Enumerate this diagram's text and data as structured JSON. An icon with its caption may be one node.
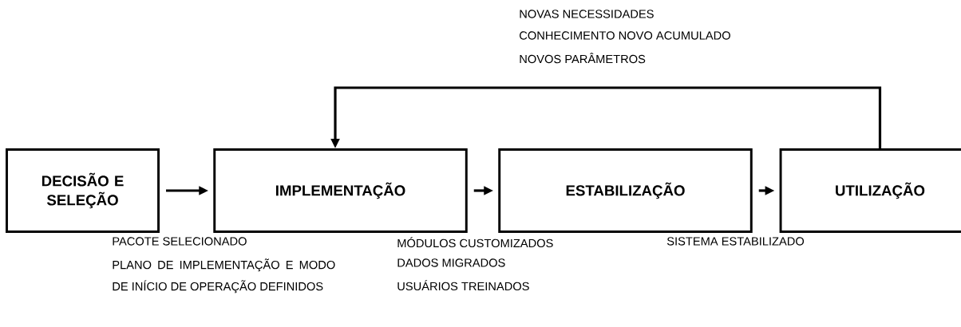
{
  "diagram": {
    "nodes": [
      {
        "text": [
          "DECISÃO E SELEÇÃO"
        ]
      },
      {
        "text": [
          "IMPLEMENTAÇÃO"
        ]
      },
      {
        "text": [
          "ESTABILIZAÇÃO"
        ]
      },
      {
        "text": [
          "UTILIZAÇÃO"
        ]
      }
    ],
    "edges": [
      {
        "from": 0,
        "to": 1,
        "arrow": "to"
      },
      {
        "from": 1,
        "to": 2,
        "arrow": "to"
      },
      {
        "from": 2,
        "to": 3,
        "arrow": "to"
      },
      {
        "from": 3,
        "to": 1,
        "arrow": "to"
      }
    ],
    "labels": [
      "NOVAS NECESSIDADES",
      "CONHECIMENTO NOVO ACUMULADO",
      "NOVOS PARÂMETROS",
      "PACOTE SELECIONADO",
      "PLANO DE IMPLEMENTAÇÃO E MODO DE INÍCIO DE OPERAÇÃO DEFINIDOS",
      "MÓDULOS CUSTOMIZADOS",
      "DADOS MIGRADOS",
      "USUÁRIOS TREINADOS",
      "SISTEMA ESTABILIZADO"
    ]
  }
}
